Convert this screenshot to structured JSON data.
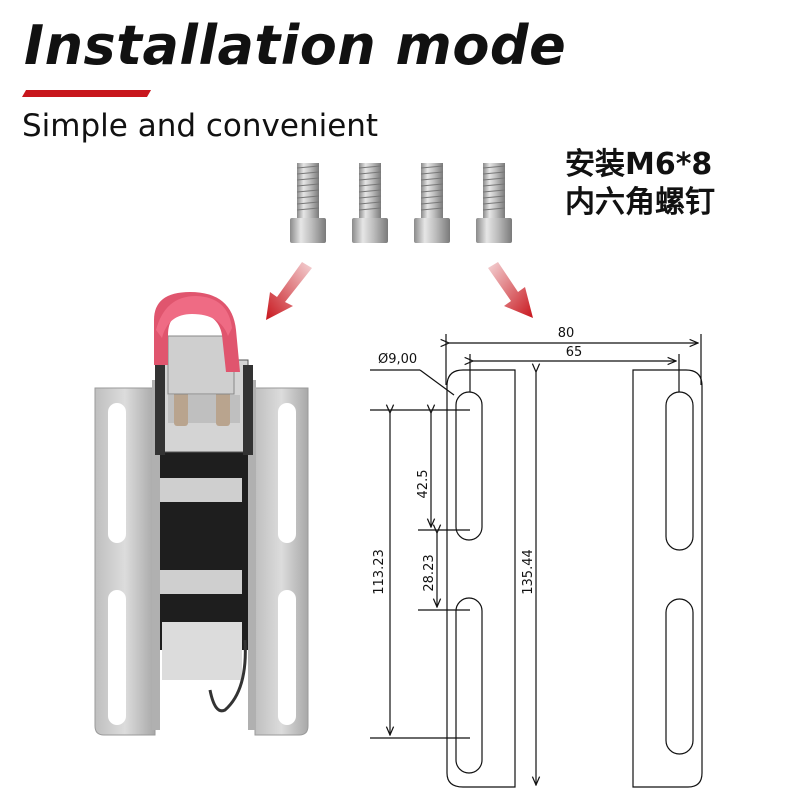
{
  "header": {
    "title": "Installation mode",
    "subtitle": "Simple and convenient",
    "accent_color": "#c8161d"
  },
  "screws": {
    "label_line1": "安装M6*8",
    "label_line2": "内六角螺钉",
    "count": 4
  },
  "drawing": {
    "dimensions": {
      "overall_width": "80",
      "hole_spacing": "65",
      "hole_diameter": "Ø9,00",
      "slot_length": "42.5",
      "slot_gap": "28.23",
      "slot_span": "113.23",
      "bracket_height": "135.44"
    }
  }
}
